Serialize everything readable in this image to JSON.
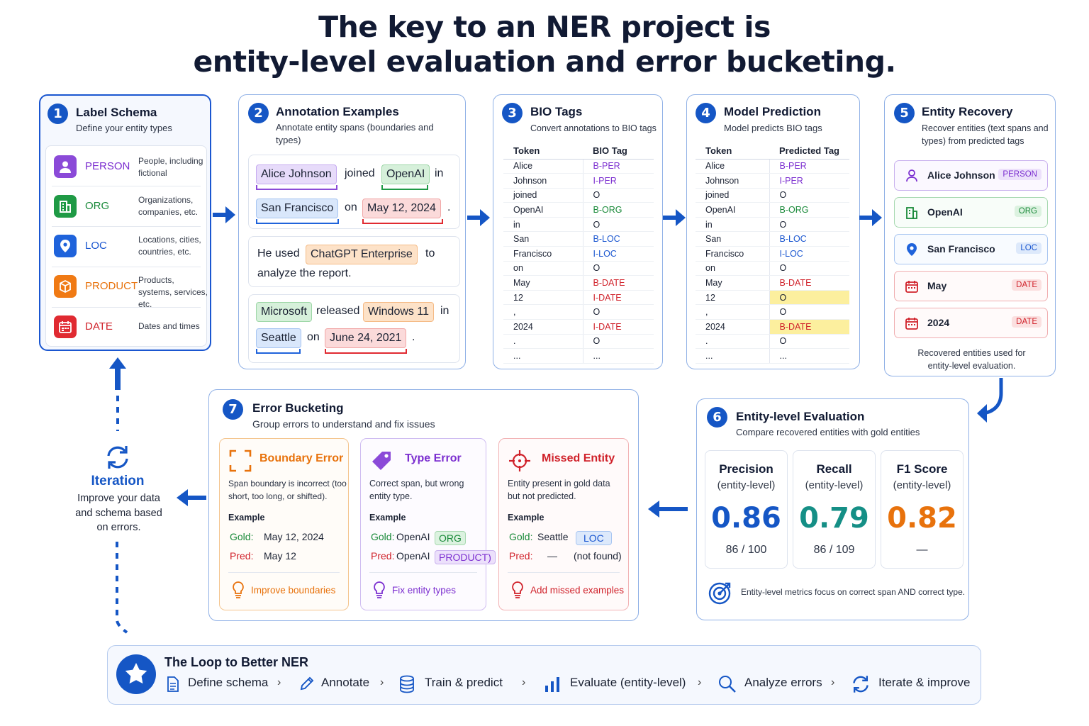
{
  "title": {
    "line1": "The key to an NER project is",
    "line2": "entity-level evaluation and error bucketing."
  },
  "colors": {
    "accent": "#1556c5",
    "person": "#7c2fd0",
    "org": "#1a8a3a",
    "loc": "#1a56d0",
    "product": "#e8720c",
    "date": "#d0212a"
  },
  "step1": {
    "number": "1",
    "title": "Label Schema",
    "subtitle": "Define your entity types",
    "types": [
      {
        "name": "PERSON",
        "desc": "People, including fictional",
        "icon": "person-icon"
      },
      {
        "name": "ORG",
        "desc": "Organizations, companies, etc.",
        "icon": "building-icon"
      },
      {
        "name": "LOC",
        "desc": "Locations, cities, countries, etc.",
        "icon": "location-pin-icon"
      },
      {
        "name": "PRODUCT",
        "desc": "Products, systems, services, etc.",
        "icon": "box-icon"
      },
      {
        "name": "DATE",
        "desc": "Dates and times",
        "icon": "calendar-icon"
      }
    ]
  },
  "step2": {
    "number": "2",
    "title": "Annotation Examples",
    "subtitle": "Annotate entity spans (boundaries and types)",
    "ex1": {
      "e1": "Alice Johnson",
      "w1": "joined",
      "e2": "OpenAI",
      "w2": "in",
      "e3": "San Francisco",
      "w3": "on",
      "e4": "May 12, 2024",
      "w4": "."
    },
    "ex2": {
      "w1": "He used",
      "e1": "ChatGPT Enterprise",
      "w2": "to",
      "w3": "analyze the report."
    },
    "ex3": {
      "e1": "Microsoft",
      "w1": "released",
      "e2": "Windows 11",
      "w2": "in",
      "e3": "Seattle",
      "w3": "on",
      "e4": "June 24, 2021",
      "w4": "."
    }
  },
  "step3": {
    "number": "3",
    "title": "BIO Tags",
    "subtitle": "Convert annotations to BIO tags",
    "col_token": "Token",
    "col_tag": "BIO Tag",
    "rows": [
      {
        "token": "Alice",
        "tag": "B-PER"
      },
      {
        "token": "Johnson",
        "tag": "I-PER"
      },
      {
        "token": "joined",
        "tag": "O"
      },
      {
        "token": "OpenAI",
        "tag": "B-ORG"
      },
      {
        "token": "in",
        "tag": "O"
      },
      {
        "token": "San",
        "tag": "B-LOC"
      },
      {
        "token": "Francisco",
        "tag": "I-LOC"
      },
      {
        "token": "on",
        "tag": "O"
      },
      {
        "token": "May",
        "tag": "B-DATE"
      },
      {
        "token": "12",
        "tag": "I-DATE"
      },
      {
        "token": ",",
        "tag": "O"
      },
      {
        "token": "2024",
        "tag": "I-DATE"
      },
      {
        "token": ".",
        "tag": "O"
      },
      {
        "token": "...",
        "tag": "..."
      }
    ]
  },
  "step4": {
    "number": "4",
    "title": "Model Prediction",
    "subtitle": "Model predicts BIO tags",
    "col_token": "Token",
    "col_tag": "Predicted Tag",
    "rows": [
      {
        "token": "Alice",
        "tag": "B-PER"
      },
      {
        "token": "Johnson",
        "tag": "I-PER"
      },
      {
        "token": "joined",
        "tag": "O"
      },
      {
        "token": "OpenAI",
        "tag": "B-ORG"
      },
      {
        "token": "in",
        "tag": "O"
      },
      {
        "token": "San",
        "tag": "B-LOC"
      },
      {
        "token": "Francisco",
        "tag": "I-LOC"
      },
      {
        "token": "on",
        "tag": "O"
      },
      {
        "token": "May",
        "tag": "B-DATE"
      },
      {
        "token": "12",
        "tag": "O",
        "highlight": true
      },
      {
        "token": ",",
        "tag": "O"
      },
      {
        "token": "2024",
        "tag": "B-DATE",
        "highlight": true
      },
      {
        "token": ".",
        "tag": "O"
      },
      {
        "token": "...",
        "tag": "..."
      }
    ]
  },
  "step5": {
    "number": "5",
    "title": "Entity Recovery",
    "subtitle": "Recover entities (text spans and types) from predicted tags",
    "entities": [
      {
        "text": "Alice Johnson",
        "type": "PERSON"
      },
      {
        "text": "OpenAI",
        "type": "ORG"
      },
      {
        "text": "San Francisco",
        "type": "LOC"
      },
      {
        "text": "May",
        "type": "DATE"
      },
      {
        "text": "2024",
        "type": "DATE"
      }
    ],
    "footer": "Recovered entities used for entity-level evaluation."
  },
  "step6": {
    "number": "6",
    "title": "Entity-level Evaluation",
    "subtitle": "Compare recovered entities with gold entities",
    "metrics": [
      {
        "name": "Precision",
        "sub": "(entity-level)",
        "value": "0.86",
        "fraction": "86 / 100",
        "color": "#1556c5"
      },
      {
        "name": "Recall",
        "sub": "(entity-level)",
        "value": "0.79",
        "fraction": "86 / 109",
        "color": "#158f86"
      },
      {
        "name": "F1 Score",
        "sub": "(entity-level)",
        "value": "0.82",
        "fraction": "—",
        "color": "#e8720c"
      }
    ],
    "note": "Entity-level metrics focus on correct span AND correct type."
  },
  "step7": {
    "number": "7",
    "title": "Error Bucketing",
    "subtitle": "Group errors to understand and fix issues",
    "buckets": [
      {
        "title": "Boundary Error",
        "desc": "Span boundary is incorrect (too short, too long, or shifted).",
        "example_label": "Example",
        "gold_label": "Gold:",
        "gold": "May 12, 2024",
        "pred_label": "Pred:",
        "pred": "May 12",
        "fix": "Improve boundaries"
      },
      {
        "title": "Type Error",
        "desc": "Correct span, but wrong entity type.",
        "example_label": "Example",
        "gold_label": "Gold:",
        "gold": "OpenAI",
        "gold_tag": "ORG",
        "pred_label": "Pred:",
        "pred": "OpenAI",
        "pred_tag": "PRODUCT)",
        "fix": "Fix entity types"
      },
      {
        "title": "Missed Entity",
        "desc": "Entity present in gold data but not predicted.",
        "example_label": "Example",
        "gold_label": "Gold:",
        "gold": "Seattle",
        "gold_tag": "LOC",
        "pred_label": "Pred:",
        "pred": "—",
        "pred_note": "(not found)",
        "fix": "Add missed examples"
      }
    ]
  },
  "iteration": {
    "title": "Iteration",
    "desc": "Improve your data and schema based on errors."
  },
  "loop": {
    "title": "The Loop to Better NER",
    "steps": [
      {
        "label": "Define schema",
        "icon": "document-icon"
      },
      {
        "label": "Annotate",
        "icon": "pencil-icon"
      },
      {
        "label": "Train & predict",
        "icon": "database-icon"
      },
      {
        "label": "Evaluate (entity-level)",
        "icon": "bar-chart-icon"
      },
      {
        "label": "Analyze errors",
        "icon": "search-icon"
      },
      {
        "label": "Iterate & improve",
        "icon": "refresh-icon"
      }
    ]
  }
}
